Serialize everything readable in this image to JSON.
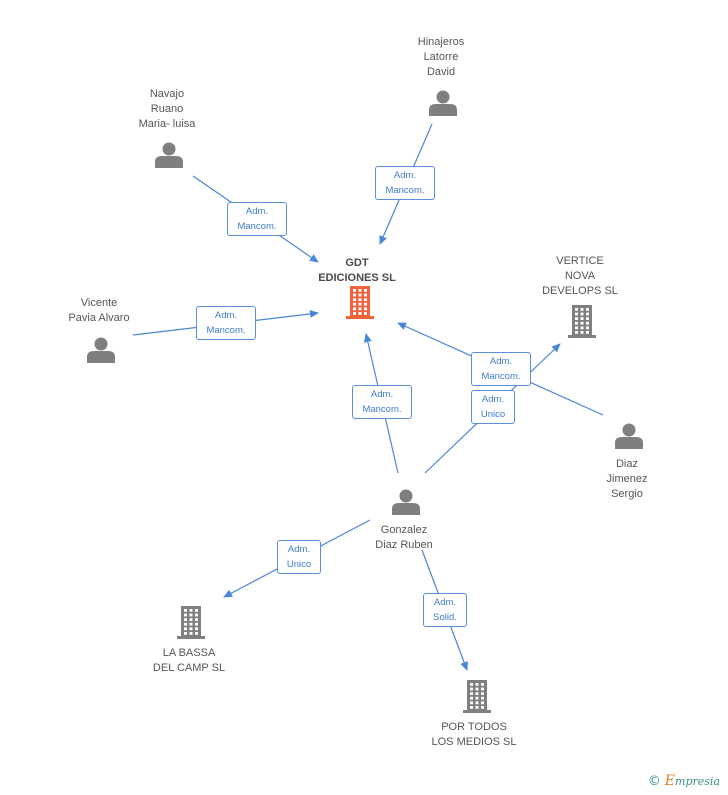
{
  "colors": {
    "edge": "#4a86d8",
    "person": "#7f7f7f",
    "company": "#7f7f7f",
    "main_company": "#f0643c",
    "label_text": "#555555"
  },
  "nodes": [
    {
      "id": "main",
      "kind": "company-main",
      "lines": [
        "GDT",
        "EDICIONES SL"
      ]
    },
    {
      "id": "hinajeros",
      "kind": "person",
      "lines": [
        "Hinajeros",
        "Latorre",
        "David"
      ]
    },
    {
      "id": "navajo",
      "kind": "person",
      "lines": [
        "Navajo",
        "Ruano",
        "Maria- luisa"
      ]
    },
    {
      "id": "vicente",
      "kind": "person",
      "lines": [
        "Vicente",
        "Pavia Alvaro"
      ]
    },
    {
      "id": "vertice",
      "kind": "company",
      "lines": [
        "VERTICE",
        "NOVA",
        "DEVELOPS  SL"
      ]
    },
    {
      "id": "diaz",
      "kind": "person",
      "lines": [
        "Diaz",
        "Jimenez",
        "Sergio"
      ]
    },
    {
      "id": "gonzalez",
      "kind": "person",
      "lines": [
        "Gonzalez",
        "Diaz Ruben"
      ]
    },
    {
      "id": "labassa",
      "kind": "company",
      "lines": [
        "LA BASSA",
        "DEL CAMP SL"
      ]
    },
    {
      "id": "portodos",
      "kind": "company",
      "lines": [
        "POR TODOS",
        "LOS MEDIOS SL"
      ]
    }
  ],
  "edges": [
    {
      "id": "e1",
      "label": [
        "Adm.",
        "Mancom."
      ]
    },
    {
      "id": "e2",
      "label": [
        "Adm.",
        "Mancom."
      ]
    },
    {
      "id": "e3",
      "label": [
        "Adm.",
        "Mancom."
      ]
    },
    {
      "id": "e4",
      "label": [
        "Adm.",
        "Mancom."
      ]
    },
    {
      "id": "e5",
      "label": [
        "Adm.",
        "Mancom."
      ]
    },
    {
      "id": "e6",
      "label": [
        "Adm.",
        "Unico"
      ]
    },
    {
      "id": "e7",
      "label": [
        "Adm.",
        "Unico"
      ]
    },
    {
      "id": "e8",
      "label": [
        "Adm.",
        "Solid."
      ]
    }
  ],
  "footer": {
    "copyright_symbol": "©",
    "brand_first": "E",
    "brand_rest": "mpresia"
  }
}
